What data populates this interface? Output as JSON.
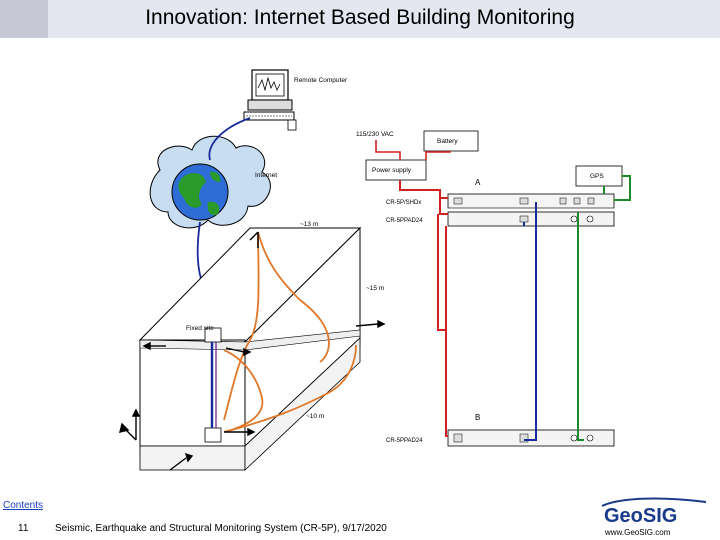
{
  "title": "Innovation: Internet Based Building Monitoring",
  "diagram": {
    "remote_computer": "Remote Computer",
    "power_input": "115/230 VAC",
    "battery": "Battery",
    "power_supply": "Power supply",
    "gps": "GPS",
    "internet": "Internet",
    "point_a": "A",
    "point_b": "B",
    "rack_a_top": "CR-5P/SHDx",
    "rack_a_bottom": "CR-5PPAD24",
    "rack_b": "CR-5PPAD24",
    "dim_width": "~13 m",
    "dim_height": "~15 m",
    "dim_depth": "~10 m",
    "fixed_site": "Fixed site"
  },
  "footer": {
    "contents_link": "Contents",
    "slide_number": "11",
    "caption": "Seismic, Earthquake and Structural Monitoring System (CR-5P), 9/17/2020",
    "website": "www.GeoSIG.com",
    "logo_text": "GeoSIG"
  },
  "colors": {
    "red_cable": "#d42020",
    "blue_cable": "#1a2a9a",
    "green_cable": "#1a8a2a",
    "orange_cable": "#e0782a",
    "logo_blue": "#1a3a8a"
  }
}
